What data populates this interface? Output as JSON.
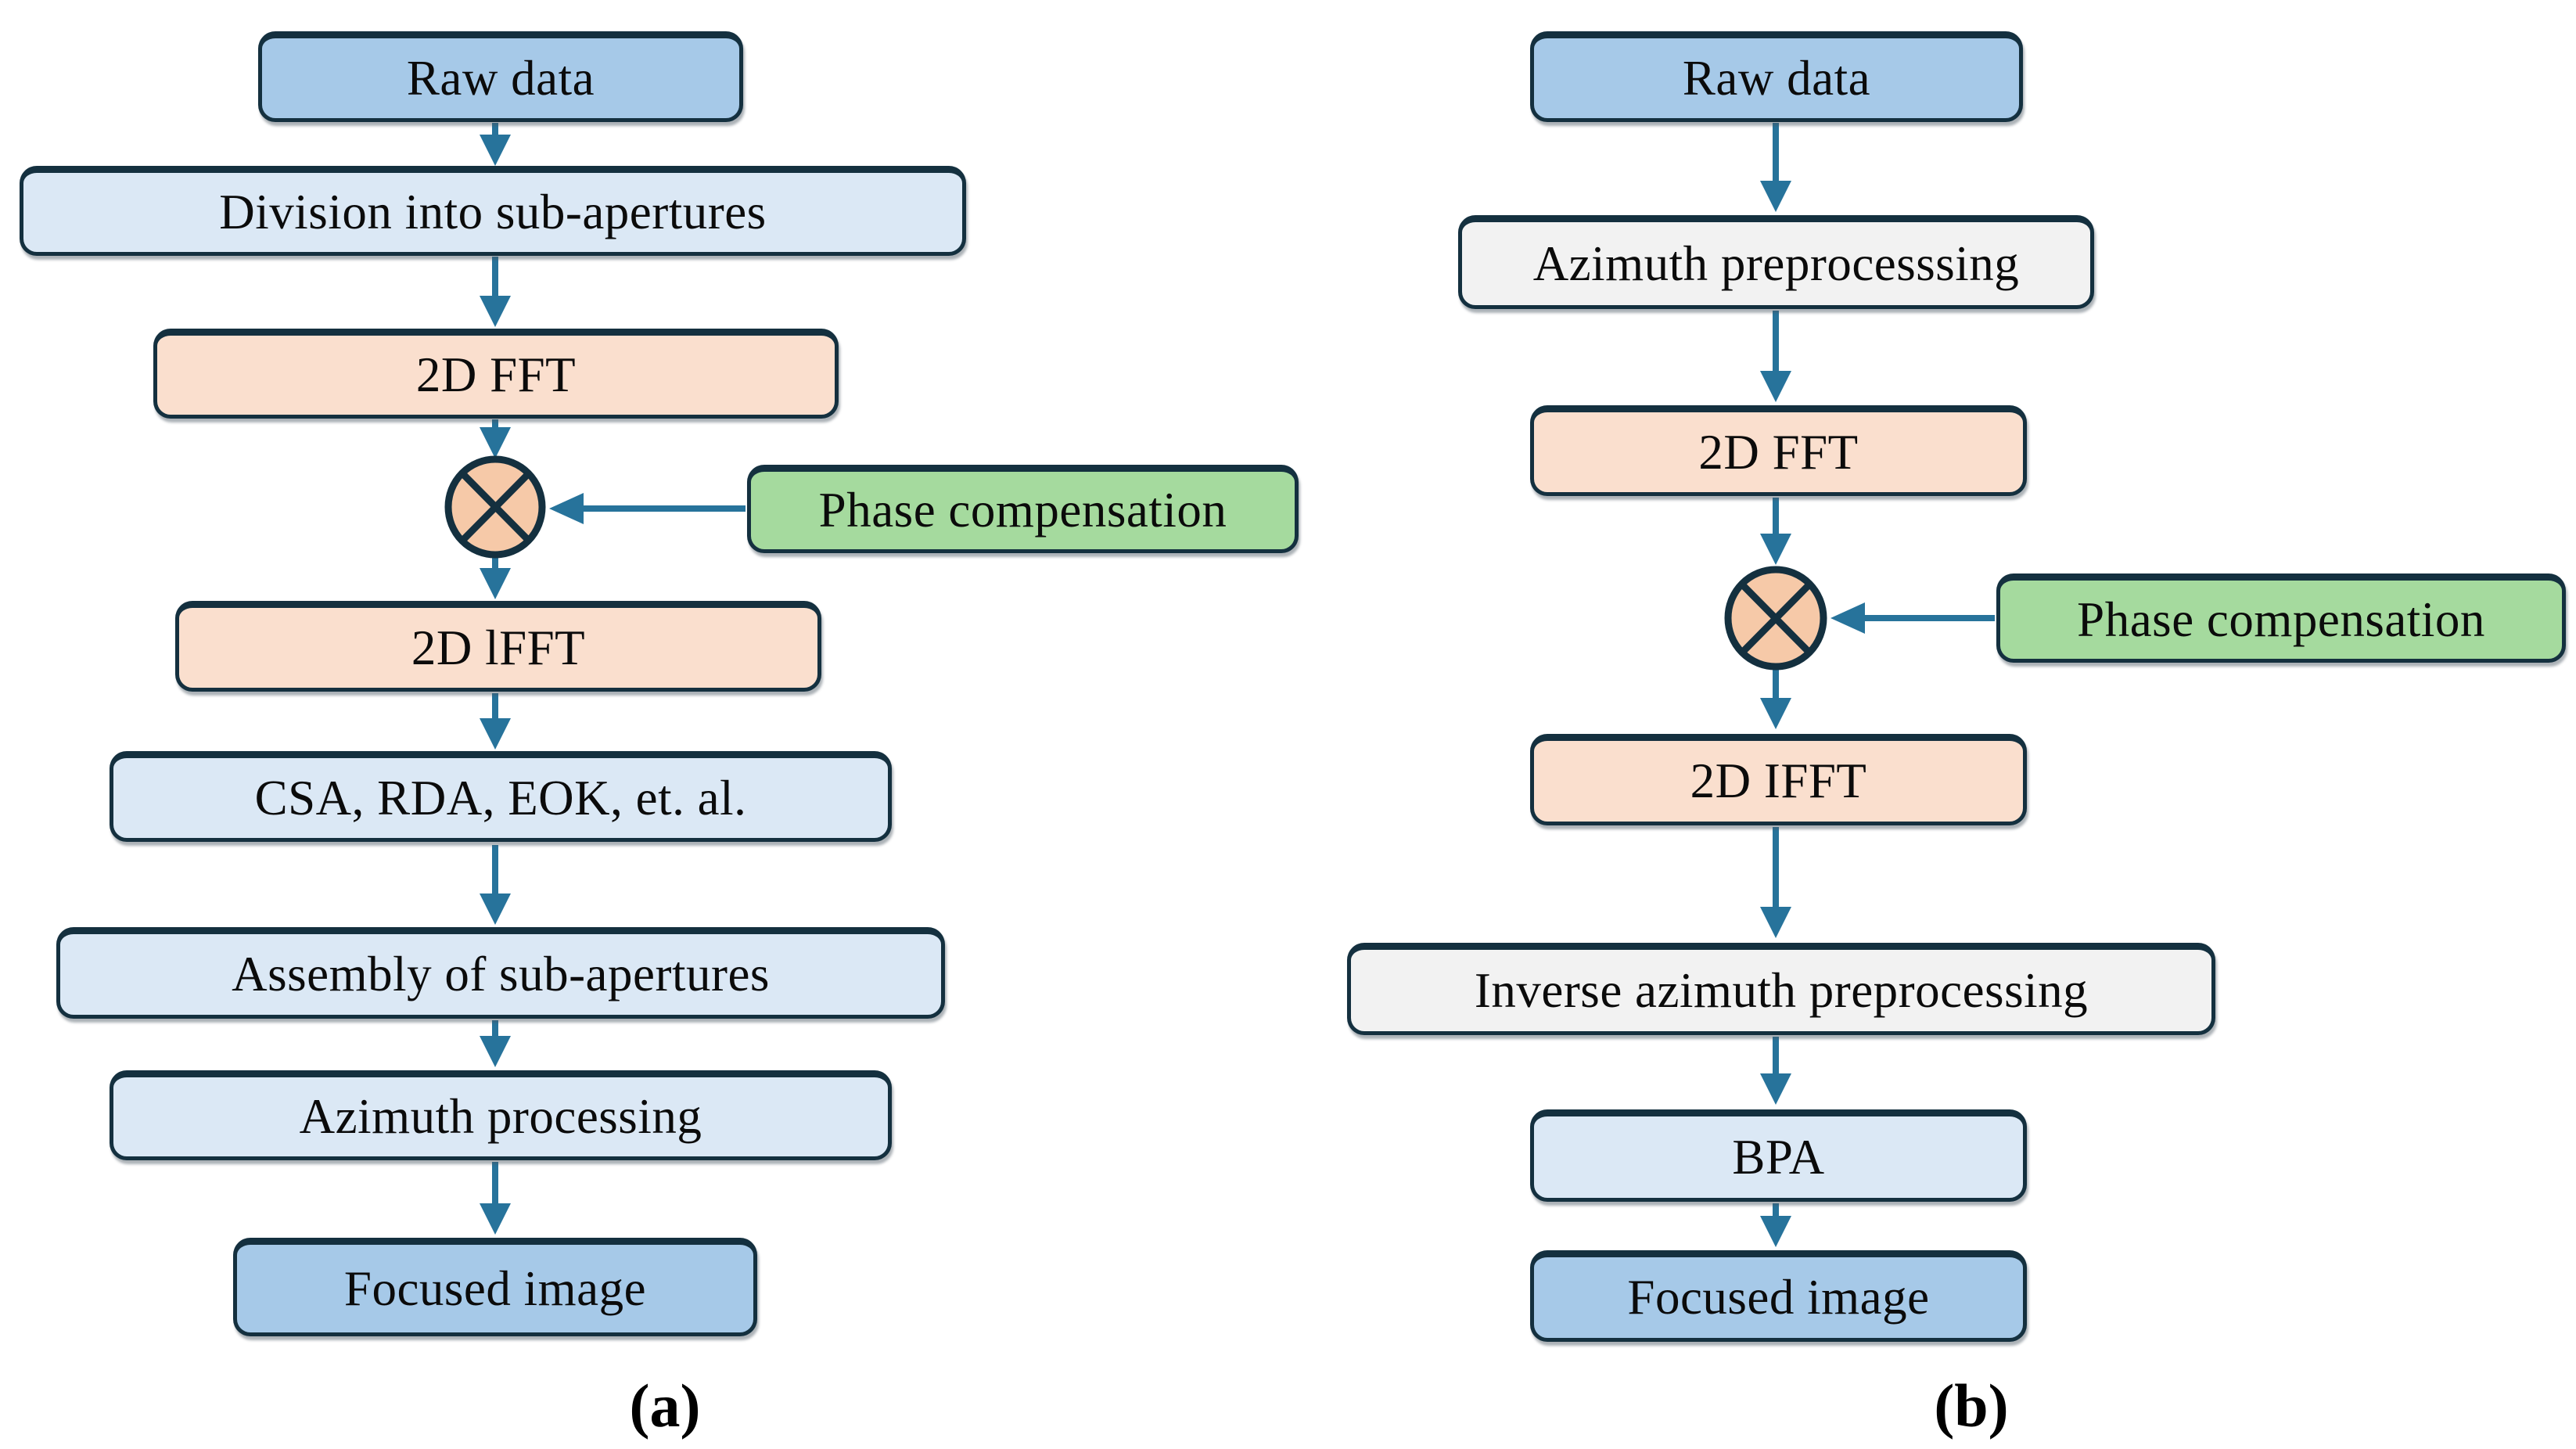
{
  "figure": {
    "type": "flowchart",
    "description": "Two SAR imaging processing flowcharts side by side",
    "colors": {
      "box_border": "#14303f",
      "arrow": "#27739b",
      "terminal_fill": "#a6c9e8",
      "process_fill": "#dbe8f5",
      "fft_fill": "#fadfce",
      "multiply_fill": "#f6c9a8",
      "phase_fill": "#a5da9e",
      "preprocess_fill": "#f2f2f2",
      "background": "#ffffff",
      "text": "#0b0b0b"
    },
    "flow_a": {
      "caption": "(a)",
      "nodes": [
        {
          "id": "raw-data",
          "label": "Raw data"
        },
        {
          "id": "division",
          "label": "Division into sub-apertures"
        },
        {
          "id": "fft",
          "label": "2D FFT"
        },
        {
          "id": "phase-compensation",
          "label": "Phase compensation"
        },
        {
          "id": "ifft",
          "label": "2D lFFT"
        },
        {
          "id": "algorithms",
          "label": "CSA, RDA, EOK, et. al."
        },
        {
          "id": "assembly",
          "label": "Assembly of sub-apertures"
        },
        {
          "id": "azimuth-processing",
          "label": "Azimuth processing"
        },
        {
          "id": "focused-image",
          "label": "Focused image"
        }
      ],
      "edges": [
        "Raw data -> Division into sub-apertures",
        "Division into sub-apertures -> 2D FFT",
        "2D FFT -> multiply",
        "Phase compensation -> multiply",
        "multiply -> 2D lFFT",
        "2D lFFT -> CSA, RDA, EOK, et. al.",
        "CSA, RDA, EOK, et. al. -> Assembly of sub-apertures",
        "Assembly of sub-apertures -> Azimuth processing",
        "Azimuth processing -> Focused image"
      ]
    },
    "flow_b": {
      "caption": "(b)",
      "nodes": [
        {
          "id": "raw-data",
          "label": "Raw data"
        },
        {
          "id": "azimuth-preprocessing",
          "label": "Azimuth preprocesssing"
        },
        {
          "id": "fft",
          "label": "2D FFT"
        },
        {
          "id": "phase-compensation",
          "label": "Phase compensation"
        },
        {
          "id": "ifft",
          "label": "2D IFFT"
        },
        {
          "id": "inverse-azimuth-preprocessing",
          "label": "Inverse azimuth preprocessing"
        },
        {
          "id": "bpa",
          "label": "BPA"
        },
        {
          "id": "focused-image",
          "label": "Focused image"
        }
      ],
      "edges": [
        "Raw data -> Azimuth preprocesssing",
        "Azimuth preprocesssing -> 2D FFT",
        "2D FFT -> multiply",
        "Phase compensation -> multiply",
        "multiply -> 2D IFFT",
        "2D IFFT -> Inverse azimuth preprocessing",
        "Inverse azimuth preprocessing -> BPA",
        "BPA -> Focused image"
      ]
    }
  }
}
